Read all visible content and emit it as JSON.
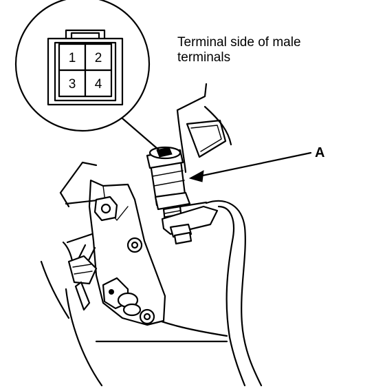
{
  "callout": {
    "title_line1": "Terminal side of male",
    "title_line2": "terminals"
  },
  "connector": {
    "pins": [
      "1",
      "2",
      "3",
      "4"
    ]
  },
  "part_label": "A"
}
